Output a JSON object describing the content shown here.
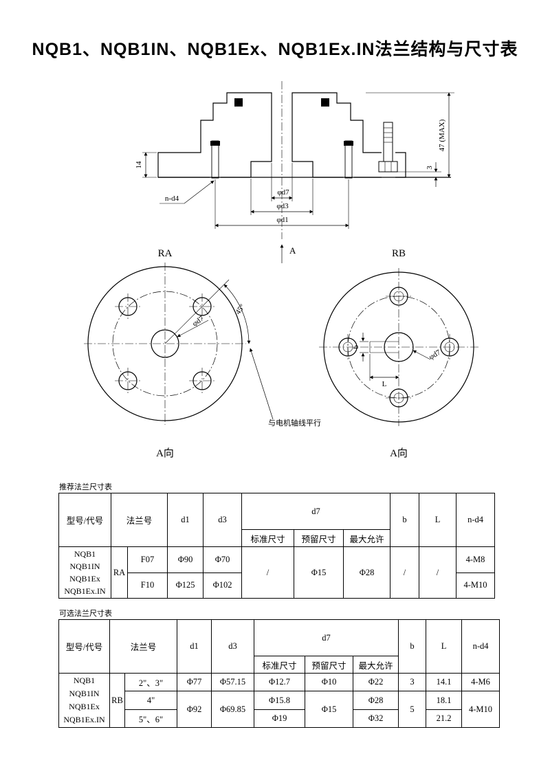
{
  "page": {
    "title": "NQB1、NQB1IN、NQB1Ex、NQB1Ex.IN法兰结构与尺寸表"
  },
  "drawing": {
    "section": {
      "dim_plate": "14",
      "dim_height": "47 (MAX)",
      "dim_protrusion": "3",
      "dim_bolts": "n-d4",
      "dim_d7": "φd7",
      "dim_d3": "φd3",
      "dim_d1": "φd1",
      "section_arrow": "A"
    },
    "view_ra": {
      "label": "RA",
      "angle": "45°",
      "dim_d7": "φd7",
      "note": "与电机轴线平行",
      "view_label": "A向"
    },
    "view_rb": {
      "label": "RB",
      "dim_d7": "φd7",
      "dim_b": "b",
      "dim_l": "L",
      "view_label": "A向"
    }
  },
  "recommended_table": {
    "caption": "推荐法兰尺寸表",
    "headers": {
      "model": "型号/代号",
      "flange_no": "法兰号",
      "d1": "d1",
      "d3": "d3",
      "d7": "d7",
      "standard": "标准尺寸",
      "reserved": "预留尺寸",
      "max_allowed": "最大允许",
      "b": "b",
      "l": "L",
      "n_d4": "n-d4"
    },
    "models": [
      "NQB1",
      "NQB1IN",
      "NQB1Ex",
      "NQB1Ex.IN"
    ],
    "group": "RA",
    "rows": [
      {
        "flange": "F07",
        "d1": "Φ90",
        "d3": "Φ70",
        "n_d4": "4-M8"
      },
      {
        "flange": "F10",
        "d1": "Φ125",
        "d3": "Φ102",
        "n_d4": "4-M10"
      }
    ],
    "shared": {
      "standard": "/",
      "reserved": "Φ15",
      "max_allowed": "Φ28",
      "b": "/",
      "l": "/"
    }
  },
  "optional_table": {
    "caption": "可选法兰尺寸表",
    "headers": {
      "model": "型号/代号",
      "flange_no": "法兰号",
      "d1": "d1",
      "d3": "d3",
      "d7": "d7",
      "standard": "标准尺寸",
      "reserved": "预留尺寸",
      "max_allowed": "最大允许",
      "b": "b",
      "l": "L",
      "n_d4": "n-d4"
    },
    "models": [
      "NQB1",
      "NQB1IN",
      "NQB1Ex",
      "NQB1Ex.IN"
    ],
    "group": "RB",
    "rows": [
      {
        "flange": "2\"、3\"",
        "d1": "Φ77",
        "d3": "Φ57.15",
        "standard": "Φ12.7",
        "reserved": "Φ10",
        "max_allowed": "Φ22",
        "b": "3",
        "l": "14.1",
        "n_d4": "4-M6"
      },
      {
        "flange": "4\"",
        "d1": "Φ92",
        "d3": "Φ69.85",
        "standard": "Φ15.8",
        "reserved": "Φ15",
        "max_allowed": "Φ28",
        "b": "5",
        "l": "18.1",
        "n_d4": "4-M10"
      },
      {
        "flange": "5\"、6\"",
        "standard": "Φ19",
        "max_allowed": "Φ32",
        "l": "21.2"
      }
    ]
  }
}
